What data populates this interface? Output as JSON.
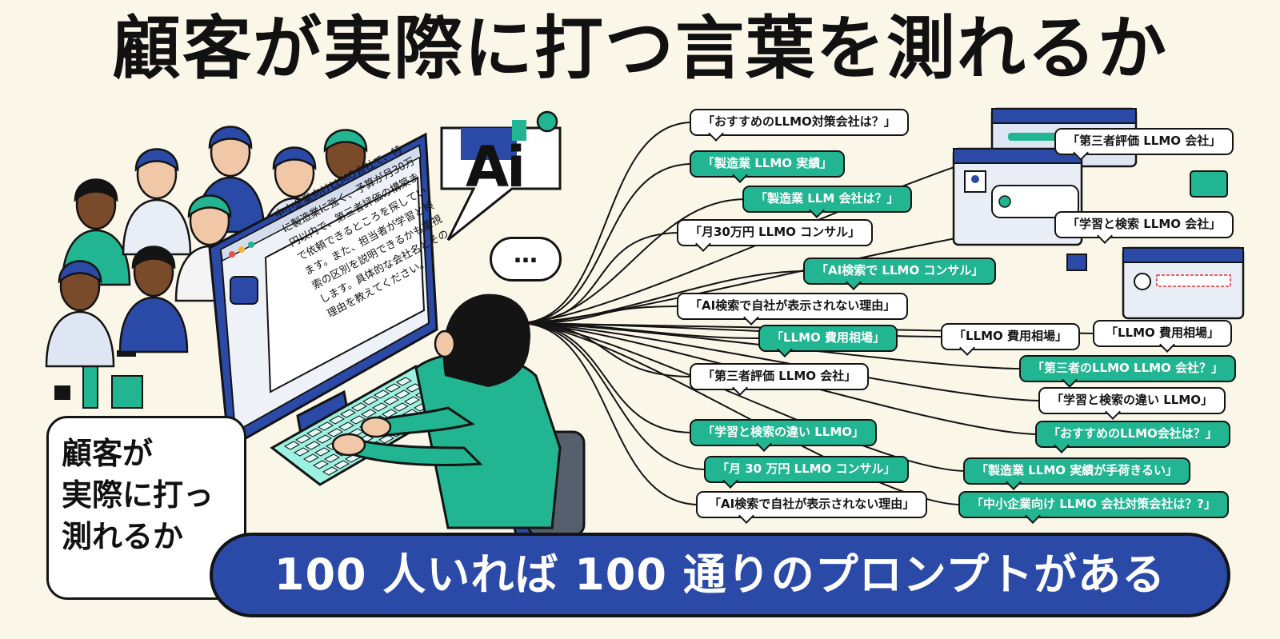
{
  "title": "顧客が実際に打つ言葉を測れるか",
  "monitor_text": "中小企業向けLLMO会社で、特に製造業に強く、予算が月30万円以内で、第三者評価の構築まで依頼できるところを探しています。また、担当者が学習と検索の区別を説明できるかも重視します。具体的な会社名とその理由を教えてください。",
  "ai_logo": "Ai",
  "thinking_dots": "…",
  "left_speech": "顧客が\n実際に打っ\n測れるか",
  "banner": "100 人いれば 100 通りのプロンプトがある",
  "prompts_left": [
    {
      "text": "「おすすめのLLMO対策会社は？」",
      "style": "white"
    },
    {
      "text": "「製造業 LLMO 実績」",
      "style": "green"
    },
    {
      "text": "「製造業\u0001LLM\u0001会社は？」",
      "style": "green"
    },
    {
      "text": "「月30万円 LLMO コンサル」",
      "style": "white"
    },
    {
      "text": "「AI検索で LLMO コンサル」",
      "style": "green"
    },
    {
      "text": "「AI検索で自社が表示されない理由」",
      "style": "white"
    },
    {
      "text": "「LLMO 費用相場」",
      "style": "green"
    },
    {
      "text": "「第三者評価 LLMO 会社」",
      "style": "white"
    },
    {
      "text": "「学習と検索の違い LLMO」",
      "style": "green"
    },
    {
      "text": "「月 30 万円 LLMO コンサル」",
      "style": "green"
    },
    {
      "text": "「AI検索で自社が表示されない理由」",
      "style": "white"
    }
  ],
  "prompts_right": [
    {
      "text": "「第三者評価 LLMO 会社」",
      "style": "white"
    },
    {
      "text": "「学習と検索 LLMO 会社」",
      "style": "white"
    },
    {
      "text": "「LLMO 費用相場」",
      "style": "white"
    },
    {
      "text": "「LLMO 費用相場」",
      "style": "white"
    },
    {
      "text": "「第三者のLLMO LLMO 会社？」",
      "style": "green"
    },
    {
      "text": "「学習と検索の違い LLMO」",
      "style": "white"
    },
    {
      "text": "「おすすめのLLMO会社は？」",
      "style": "green"
    },
    {
      "text": "「製造業 LLMO 実績が手荷きるい」",
      "style": "green"
    },
    {
      "text": "「中小企業向け LLMO 会社対策会社は？?」",
      "style": "green"
    }
  ],
  "colors": {
    "green": "#22b591",
    "blue": "#2b4aa8",
    "ink": "#141414",
    "paper": "#faf6e8"
  }
}
